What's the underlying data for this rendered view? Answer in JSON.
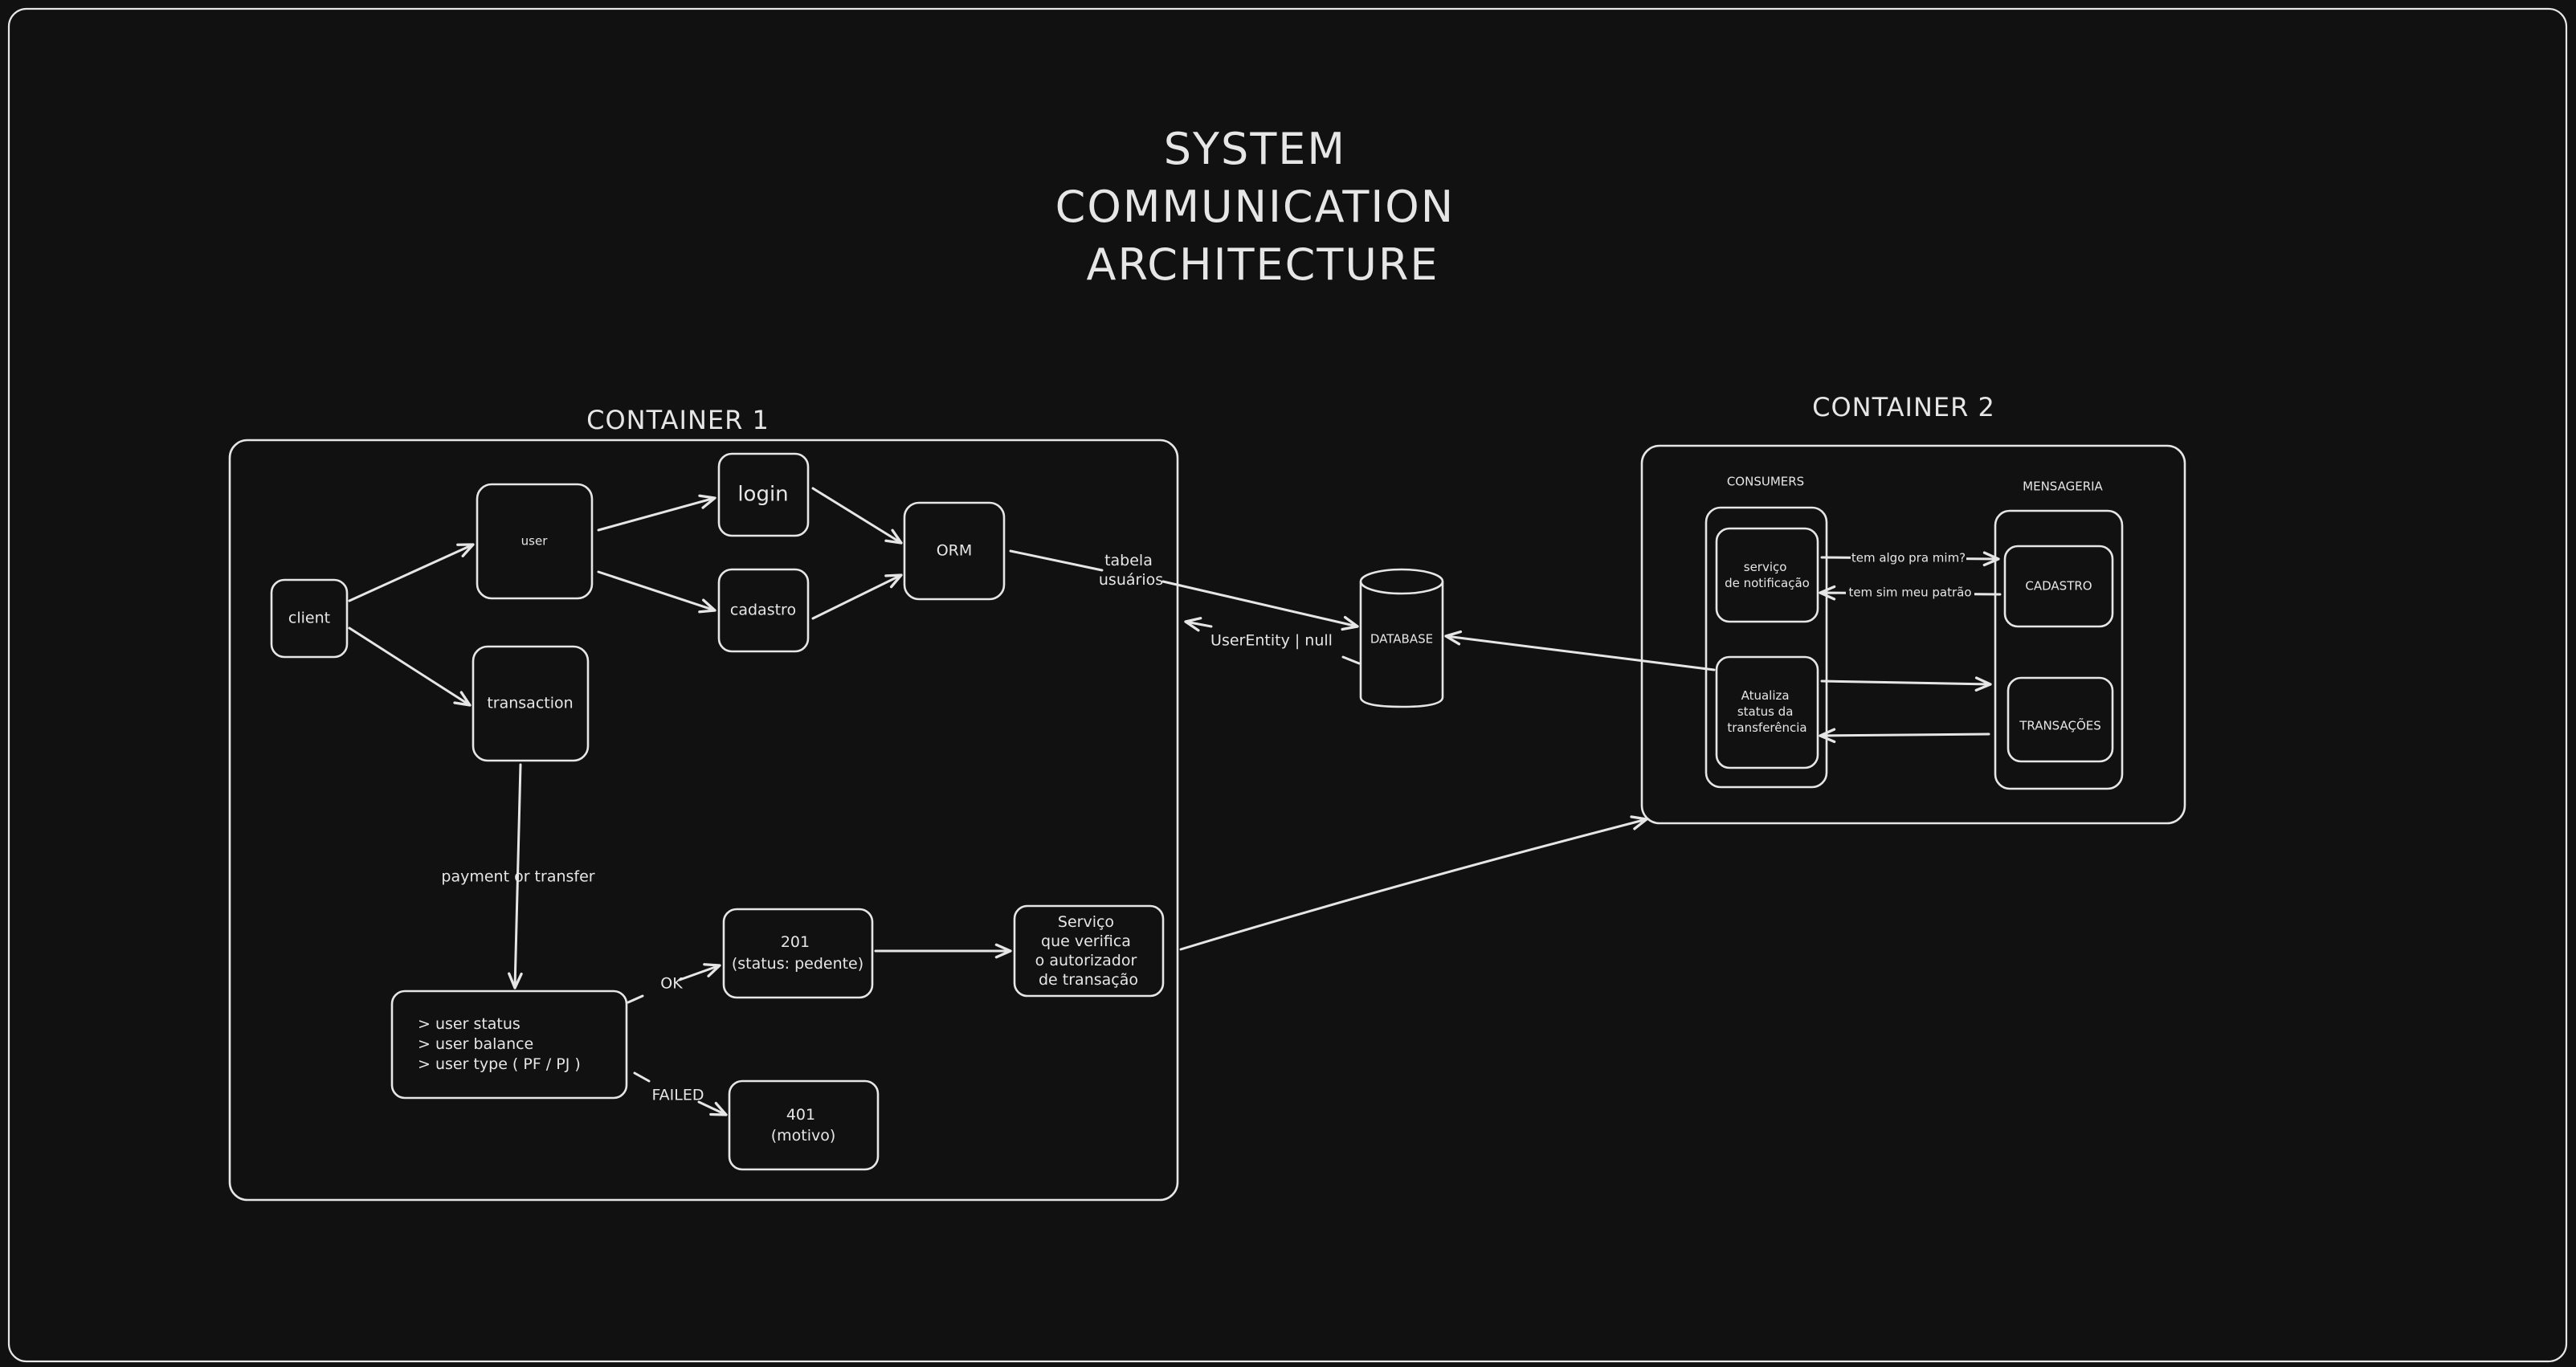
{
  "title": [
    "SYSTEM",
    "COMMUNICATION",
    "ARCHITECTURE"
  ],
  "container1": {
    "title": "CONTAINER 1",
    "nodes": {
      "client": "client",
      "user": "user",
      "login": "login",
      "cadastro": "cadastro",
      "orm": "ORM",
      "transaction": "transaction",
      "checks": [
        "> user status",
        "> user balance",
        "> user type ( PF / PJ )"
      ],
      "created": [
        "201",
        "(status: pedente)"
      ],
      "authorizer": [
        "Serviço",
        "que verifica",
        "o autorizador",
        "de transação"
      ],
      "failed": [
        "401",
        "(motivo)"
      ]
    },
    "edges": {
      "payment": "payment or transfer",
      "ok": "OK",
      "failed": "FAILED",
      "tabela": [
        "tabela",
        "usuários"
      ],
      "user_entity": "UserEntity | null"
    }
  },
  "database": "DATABASE",
  "container2": {
    "title": "CONTAINER 2",
    "consumers_label": "CONSUMERS",
    "messaging_label": "MENSAGERIA",
    "notification": [
      "serviço",
      "de notificação"
    ],
    "status_update": [
      "Atualiza",
      "status da",
      "transferência"
    ],
    "cadastro": "CADASTRO",
    "transacoes": "TRANSAÇÕES",
    "edges": {
      "ask": "tem algo pra mim?",
      "answer": "tem sim meu patrão"
    }
  }
}
